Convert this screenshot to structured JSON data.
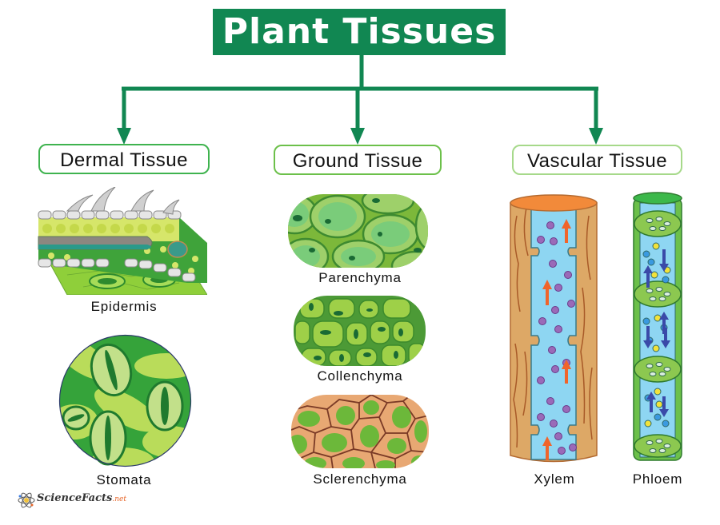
{
  "title": "Plant Tissues",
  "colors": {
    "title_bg": "#118752",
    "connector": "#118752",
    "dermal_border": "#3fb34f",
    "ground_border": "#6cc04a",
    "vascular_border": "#a6d98a"
  },
  "categories": [
    {
      "label": "Dermal Tissue",
      "examples": [
        {
          "label": "Epidermis",
          "icon": "leaf-cross-section-illustration"
        },
        {
          "label": "Stomata",
          "icon": "stomata-circle-illustration"
        }
      ]
    },
    {
      "label": "Ground Tissue",
      "examples": [
        {
          "label": "Parenchyma",
          "icon": "parenchyma-cells-illustration"
        },
        {
          "label": "Collenchyma",
          "icon": "collenchyma-cells-illustration"
        },
        {
          "label": "Sclerenchyma",
          "icon": "sclerenchyma-cells-illustration"
        }
      ]
    },
    {
      "label": "Vascular Tissue",
      "examples": [
        {
          "label": "Xylem",
          "icon": "xylem-tube-illustration"
        },
        {
          "label": "Phloem",
          "icon": "phloem-tube-illustration"
        }
      ]
    }
  ],
  "logo": {
    "name": "ScienceFacts",
    "tld": ".net",
    "icon": "atom-icon"
  }
}
